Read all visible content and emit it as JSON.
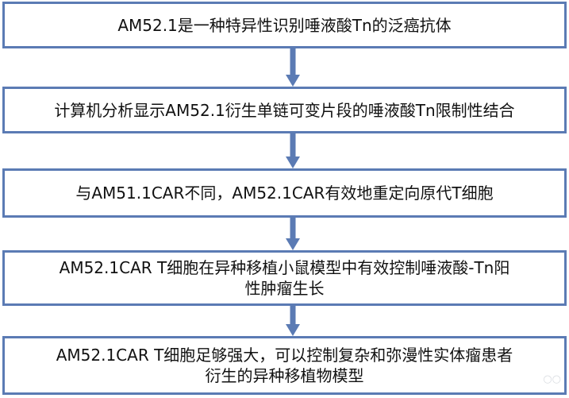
{
  "diagram": {
    "box_border_color": "#5b7bb4",
    "arrow_color": "#5b7bb4",
    "boxes": [
      {
        "lines": [
          "AM52.1是一种特异性识别唾液酸Tn的泛癌抗体"
        ]
      },
      {
        "lines": [
          "计算机分析显示AM52.1衍生单链可变片段的唾液酸Tn限制性结合"
        ]
      },
      {
        "lines": [
          "与AM51.1CAR不同，AM52.1CAR有效地重定向原代T细胞"
        ]
      },
      {
        "lines": [
          "AM52.1CAR T细胞在异种移植小鼠模型中有效控制唾液酸-Tn阳",
          "性肿瘤生长"
        ]
      },
      {
        "lines": [
          "AM52.1CAR T细胞足够强大，可以控制复杂和弥漫性实体瘤患者",
          "衍生的异种移植物模型"
        ]
      }
    ]
  }
}
